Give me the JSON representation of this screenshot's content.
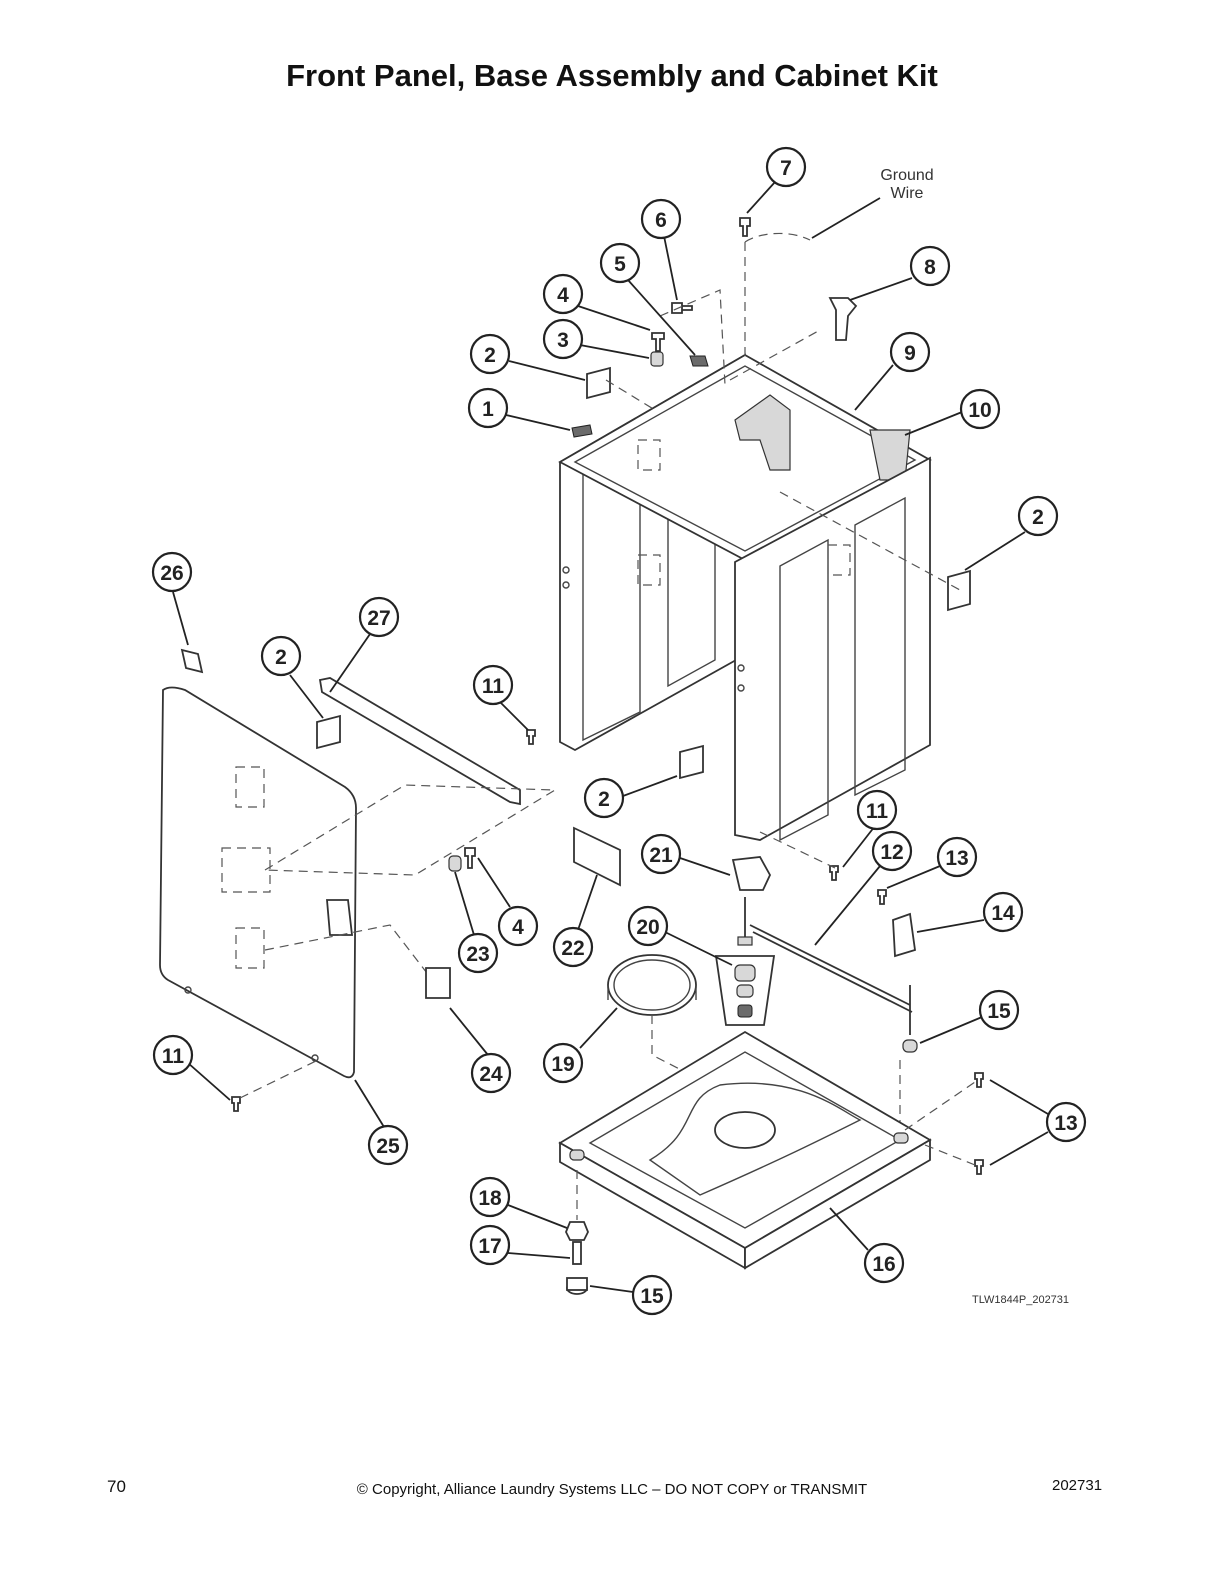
{
  "title": "Front Panel, Base Assembly and Cabinet Kit",
  "ground_label": [
    "Ground",
    "Wire"
  ],
  "ref_code": "TLW1844P_202731",
  "footer": {
    "page_number": "70",
    "copyright": "© Copyright, Alliance Laundry Systems LLC – DO NOT COPY or TRANSMIT",
    "doc_number": "202731"
  },
  "callouts": [
    "7",
    "6",
    "5",
    "8",
    "4",
    "3",
    "2",
    "9",
    "1",
    "10",
    "2",
    "26",
    "27",
    "2",
    "11",
    "2",
    "11",
    "21",
    "12",
    "13",
    "14",
    "22",
    "23",
    "4",
    "20",
    "15",
    "24",
    "11",
    "19",
    "13",
    "25",
    "18",
    "16",
    "17",
    "15"
  ]
}
